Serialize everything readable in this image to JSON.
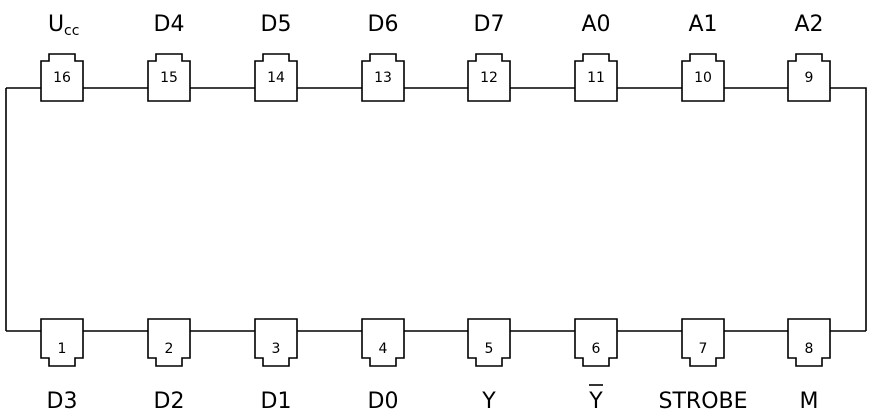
{
  "chip": {
    "top_pins": [
      {
        "number": "16",
        "label": "U",
        "sub": "cc"
      },
      {
        "number": "15",
        "label": "D4"
      },
      {
        "number": "14",
        "label": "D5"
      },
      {
        "number": "13",
        "label": "D6"
      },
      {
        "number": "12",
        "label": "D7"
      },
      {
        "number": "11",
        "label": "A0"
      },
      {
        "number": "10",
        "label": "A1"
      },
      {
        "number": "9",
        "label": "A2"
      }
    ],
    "bottom_pins": [
      {
        "number": "1",
        "label": "D3"
      },
      {
        "number": "2",
        "label": "D2"
      },
      {
        "number": "3",
        "label": "D1"
      },
      {
        "number": "4",
        "label": "D0"
      },
      {
        "number": "5",
        "label": "Y"
      },
      {
        "number": "6",
        "label": "Y",
        "overline": true
      },
      {
        "number": "7",
        "label": "STROBE"
      },
      {
        "number": "8",
        "label": "M"
      }
    ]
  }
}
